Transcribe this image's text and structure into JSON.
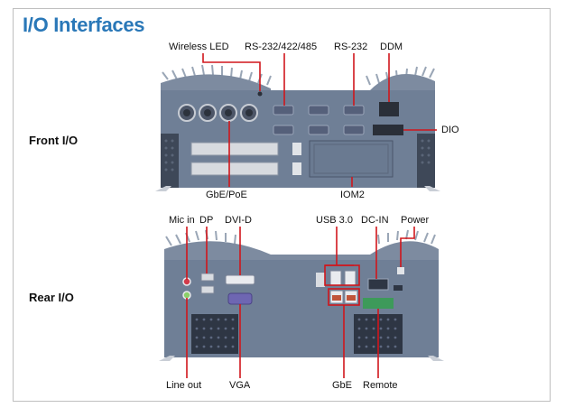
{
  "title": "I/O Interfaces",
  "sections": {
    "front": "Front I/O",
    "rear": "Rear I/O"
  },
  "front_labels": {
    "wireless_led": "Wireless LED",
    "rs232_422_485": "RS-232/422/485",
    "rs232": "RS-232",
    "ddm": "DDM",
    "dio": "DIO",
    "gbe_poe": "GbE/PoE",
    "iom2": "IOM2"
  },
  "rear_labels": {
    "mic_in": "Mic in",
    "dp": "DP",
    "dvi_d": "DVI-D",
    "usb30": "USB 3.0",
    "dc_in": "DC-IN",
    "power": "Power",
    "line_out": "Line out",
    "vga": "VGA",
    "gbe": "GbE",
    "remote": "Remote"
  },
  "colors": {
    "title": "#2a78b8",
    "callout": "#d0161c",
    "chassis": "#6f7f96",
    "chassis_dark": "#4c5a70"
  }
}
